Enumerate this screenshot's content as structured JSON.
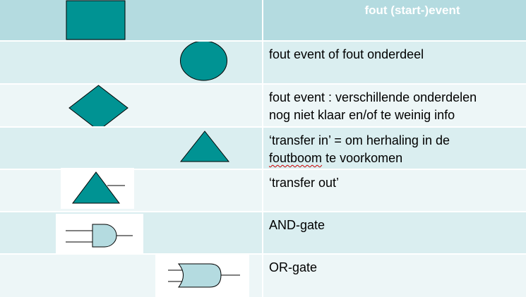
{
  "header": {
    "title": "fout (start-)event"
  },
  "rows": [
    {
      "description": "fout event of fout onderdeel"
    },
    {
      "description": "fout event : verschillende onderdelen\nnog niet klaar en/of te weinig info"
    },
    {
      "description_line1": "‘transfer in’ = om herhaling in de",
      "description_word": "foutboom",
      "description_rest": " te voorkomen"
    },
    {
      "description": "‘transfer out’"
    },
    {
      "description": "AND-gate"
    },
    {
      "description": "OR-gate"
    }
  ],
  "colors": {
    "symbol_fill": "#009393",
    "gate_fill": "#b4dbe0",
    "header_bg": "#b4dbe0",
    "row_odd": "#daeef0",
    "row_even": "#edf6f7"
  },
  "icons": [
    "rectangle-icon",
    "circle-icon",
    "diamond-icon",
    "triangle-icon",
    "transfer-out-icon",
    "and-gate-icon",
    "or-gate-icon"
  ]
}
